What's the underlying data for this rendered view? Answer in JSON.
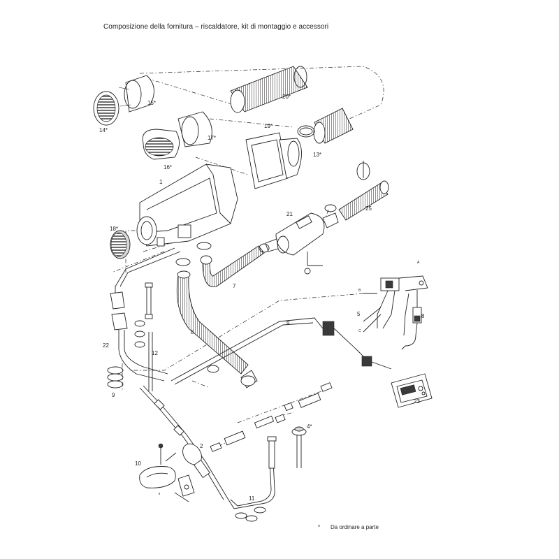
{
  "title": "Composizione della fornitura – riscaldatore, kit di montaggio e accessori",
  "footnote": {
    "marker": "*",
    "text": "Da ordinare a parte"
  },
  "labels": {
    "p1": "1",
    "p2": "2",
    "p4": "4*",
    "p5": "5",
    "p6": "6",
    "p7": "7",
    "p8": "8",
    "p9": "9",
    "p10": "10",
    "p11": "11",
    "p12": "12",
    "p13": "13*",
    "p14": "14*",
    "p15": "15*",
    "p16": "16*",
    "p17": "17*",
    "p18": "18*",
    "p19": "19*",
    "p20": "20*",
    "p21": "21",
    "p22": "22",
    "p23": "23",
    "p25": "25",
    "wire_a": "A",
    "wire_b": "B",
    "wire_c": "C"
  }
}
